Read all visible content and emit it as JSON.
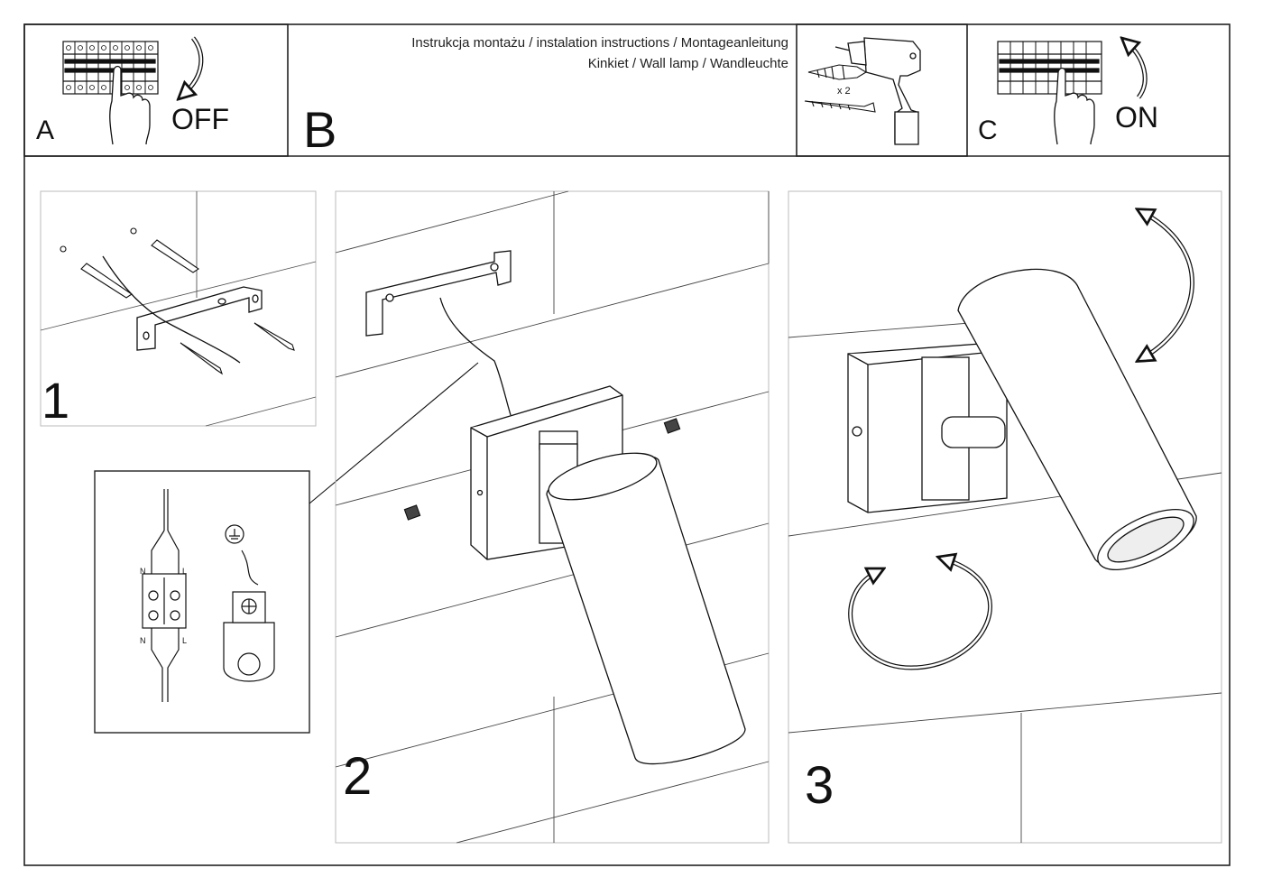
{
  "header": {
    "title_line1": "Instrukcja montażu / instalation instructions / Montageanleitung",
    "title_line2": "Kinkiet / Wall lamp / Wandleuchte"
  },
  "step_a": {
    "letter": "A",
    "label": "OFF"
  },
  "step_b": {
    "letter": "B",
    "qty": "x 2"
  },
  "step_c": {
    "letter": "C",
    "label": "ON"
  },
  "steps": {
    "one": "1",
    "two": "2",
    "three": "3"
  },
  "wiring": {
    "n_top": "N",
    "l_top": "L",
    "n_bottom": "N",
    "l_bottom": "L"
  },
  "colors": {
    "line": "#111111",
    "background": "#ffffff",
    "wall": "#444444"
  }
}
